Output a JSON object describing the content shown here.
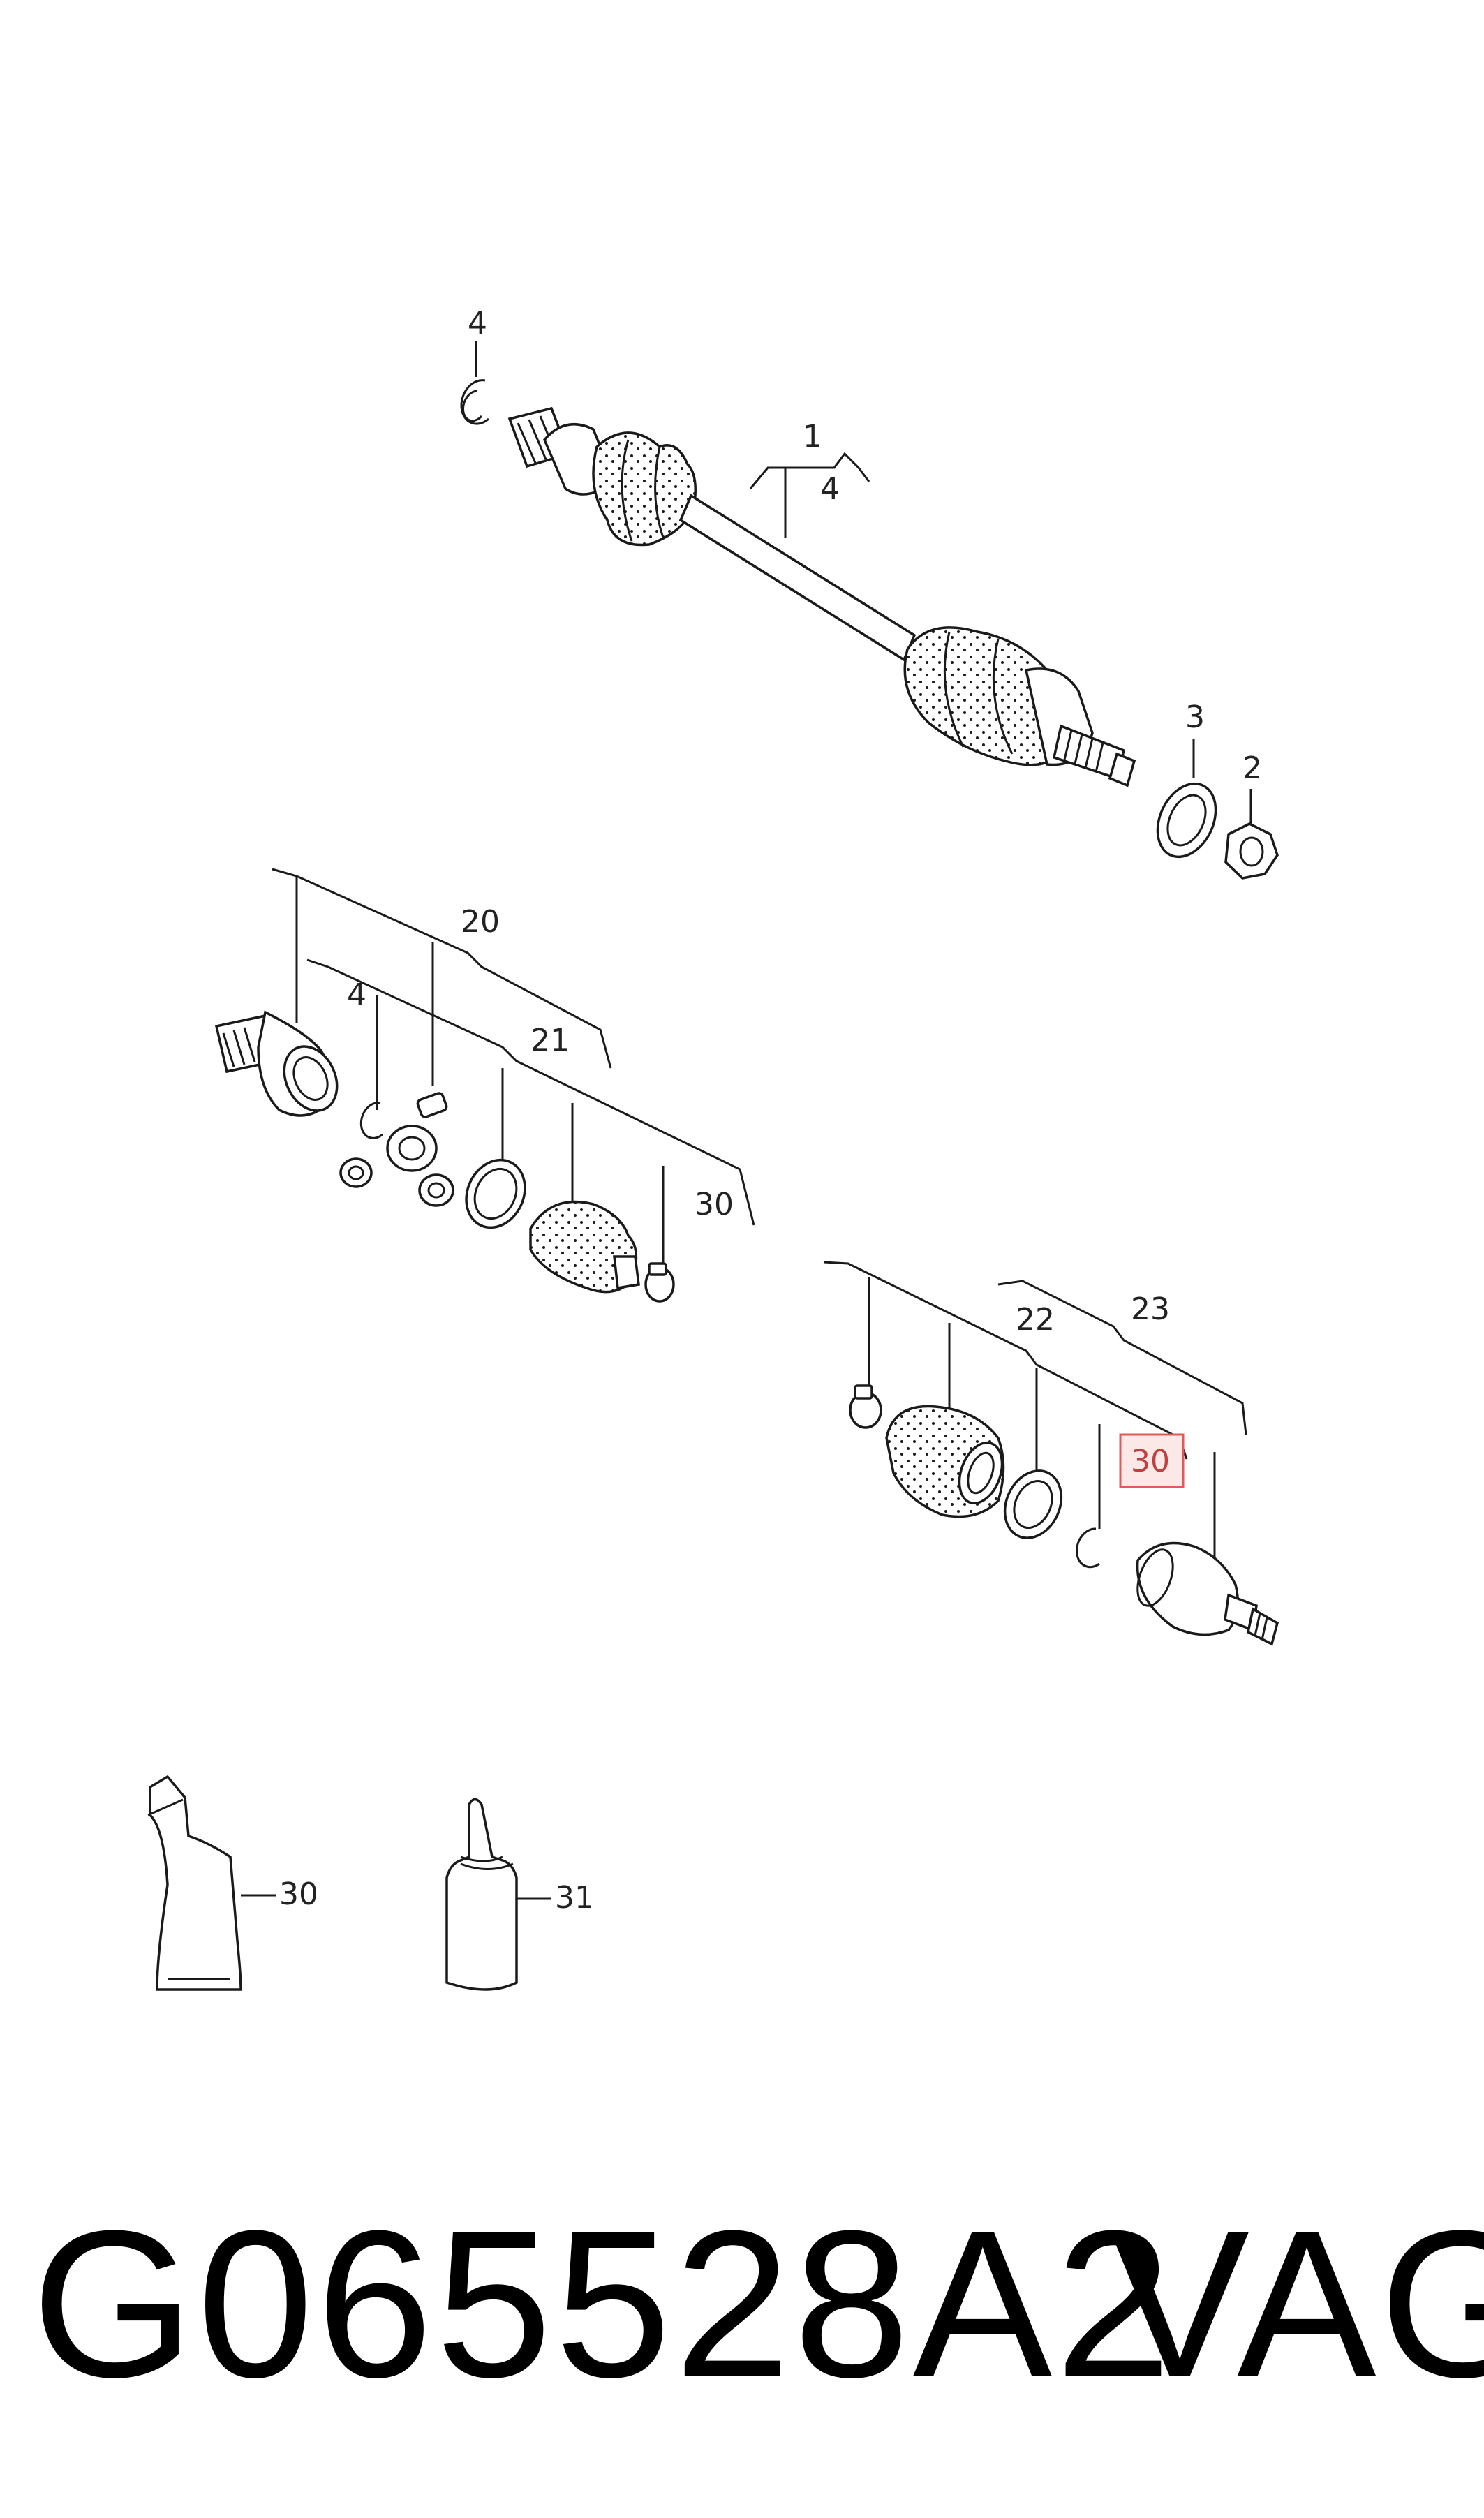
{
  "callouts": {
    "c1": "1",
    "c2": "2",
    "c3": "3",
    "c4a": "4",
    "c4b": "4",
    "c4c": "4",
    "c20": "20",
    "c21": "21",
    "c22": "22",
    "c23": "23",
    "c30a": "30",
    "c30b": "30",
    "c30c": "30",
    "c31": "31"
  },
  "highlight": {
    "callout": "30",
    "color": "#e05a5a",
    "fill": "#fde8e8"
  },
  "footer": {
    "part_number": "G065528A2",
    "brand": "VAG"
  }
}
